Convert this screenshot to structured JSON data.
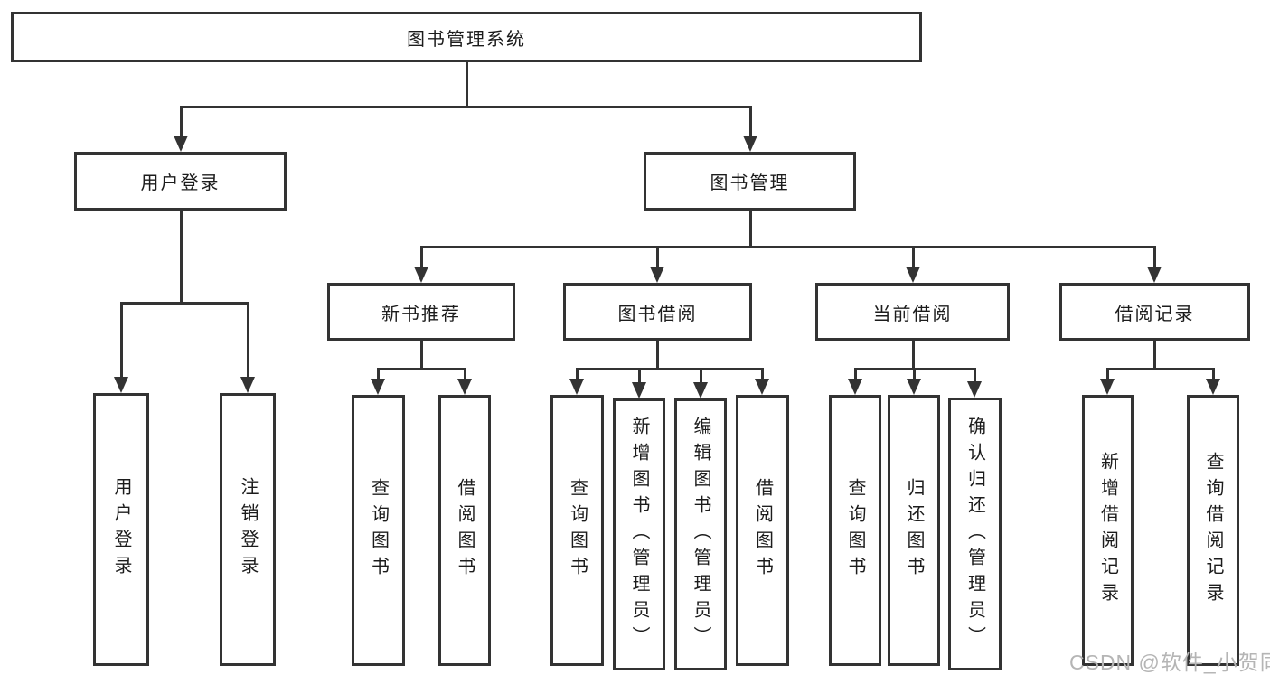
{
  "tree": {
    "label": "图书管理系统",
    "children": [
      {
        "label": "用户登录",
        "children": [
          {
            "label": "用户登录"
          },
          {
            "label": "注销登录"
          }
        ]
      },
      {
        "label": "图书管理",
        "children": [
          {
            "label": "新书推荐",
            "children": [
              {
                "label": "查询图书"
              },
              {
                "label": "借阅图书"
              }
            ]
          },
          {
            "label": "图书借阅",
            "children": [
              {
                "label": "查询图书"
              },
              {
                "label": "新增图书（管理员）"
              },
              {
                "label": "编辑图书（管理员）"
              },
              {
                "label": "借阅图书"
              }
            ]
          },
          {
            "label": "当前借阅",
            "children": [
              {
                "label": "查询图书"
              },
              {
                "label": "归还图书"
              },
              {
                "label": "确认归还（管理员）"
              }
            ]
          },
          {
            "label": "借阅记录",
            "children": [
              {
                "label": "新增借阅记录"
              },
              {
                "label": "查询借阅记录"
              }
            ]
          }
        ]
      }
    ]
  },
  "watermark": {
    "text": "CSDN @软件_小贺同学"
  },
  "colors": {
    "line": "#333333",
    "text": "#1c1c1c",
    "watermark": "#b5b5b5",
    "background": "#ffffff"
  }
}
